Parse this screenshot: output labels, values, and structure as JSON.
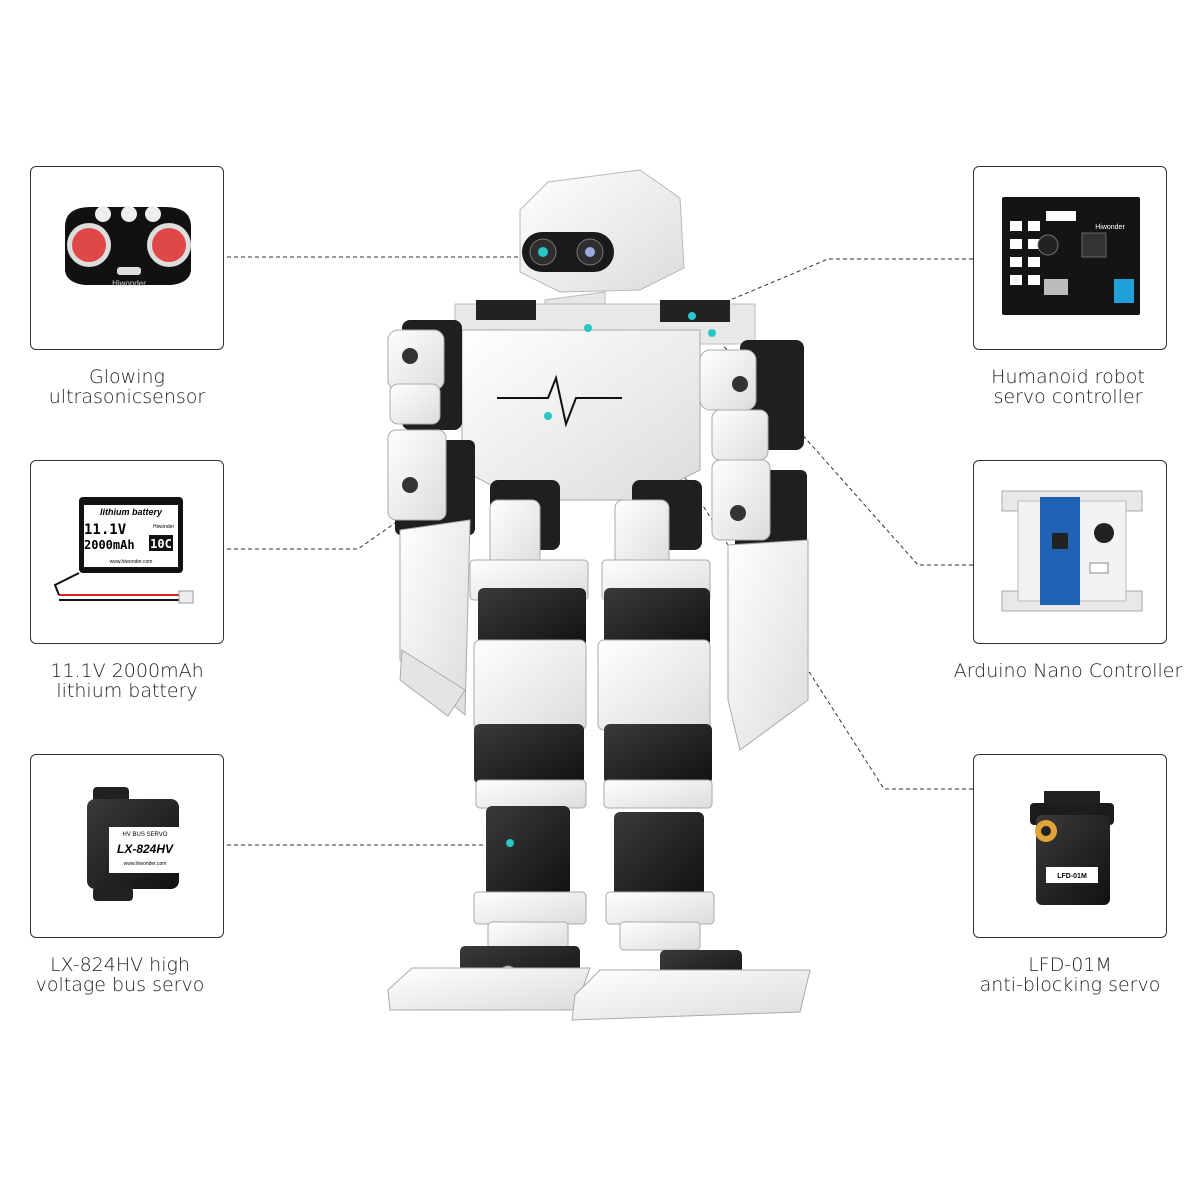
{
  "callouts": {
    "ultrasonic": {
      "line1": "Glowing",
      "line2": "ultrasonicsensor",
      "brand": "Hiwonder"
    },
    "battery": {
      "line1": "11.1V 2000mAh",
      "line2": "lithium battery",
      "label_title": "lithium battery",
      "label_voltage": "11.1V",
      "label_capacity": "2000mAh",
      "label_rate": "10C",
      "label_brand": "Hiwonder",
      "label_url": "www.hiwonder.com"
    },
    "bus_servo": {
      "line1": "LX-824HV high",
      "line2": "voltage bus servo",
      "label_top": "HV BUS SERVO",
      "label_model": "LX-824HV",
      "label_url": "www.hiwonder.com"
    },
    "servo_controller": {
      "line1": "Humanoid robot",
      "line2": "servo controller",
      "brand": "Hiwonder"
    },
    "arduino": {
      "line1": "Arduino Nano Controller"
    },
    "lfd_servo": {
      "line1": "LFD-01M",
      "line2": "anti-blocking servo",
      "label_model": "LFD-01M"
    }
  },
  "colors": {
    "frame": "#333333",
    "leader": "#333333",
    "robot_white": "#f2f2f2",
    "servo_black": "#1c1c1c",
    "accent_cyan": "#27c6c9",
    "sensor_red": "#e04848"
  }
}
